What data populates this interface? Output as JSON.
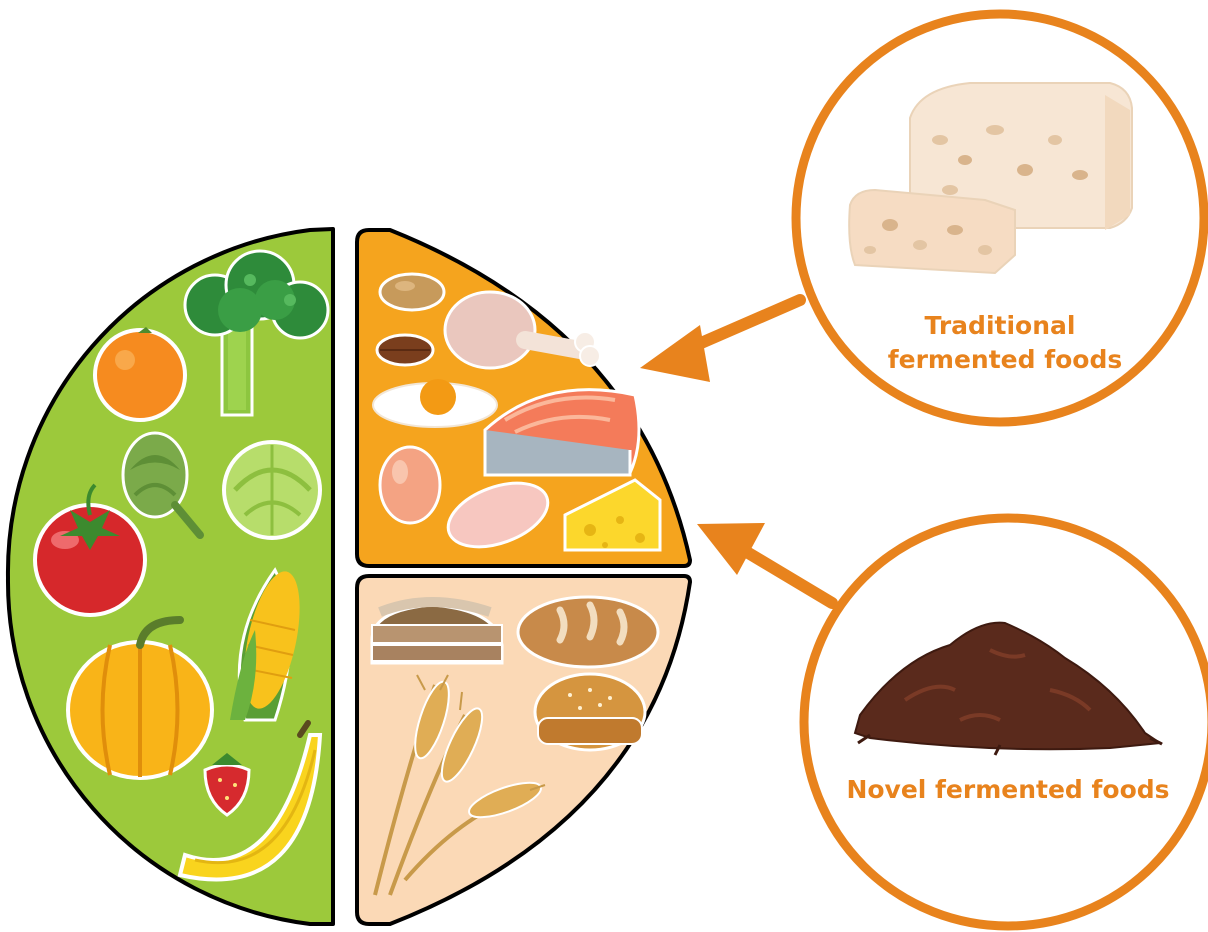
{
  "colors": {
    "accent": "#E8831D",
    "vegetables_fill": "#9CC93B",
    "proteins_fill": "#F5A41E",
    "grains_fill": "#FBD9B6",
    "outline": "#000000"
  },
  "plate": {
    "sections": [
      {
        "name": "vegetables-fruits",
        "items": [
          "broccoli-icon",
          "orange-icon",
          "artichoke-icon",
          "cabbage-icon",
          "tomato-icon",
          "corn-icon",
          "pumpkin-icon",
          "strawberry-icon",
          "banana-icon"
        ]
      },
      {
        "name": "proteins",
        "items": [
          "beans-icon",
          "chicken-leg-icon",
          "pecan-icon",
          "fried-egg-icon",
          "salmon-steak-icon",
          "egg-icon",
          "chicken-breast-icon",
          "cheese-icon"
        ]
      },
      {
        "name": "grains",
        "items": [
          "sliced-bread-icon",
          "bread-loaf-icon",
          "bun-icon",
          "wheat-icon"
        ]
      }
    ]
  },
  "circles": {
    "traditional": {
      "label_line1": "Traditional",
      "label_line2": "fermented foods",
      "image_icon": "tempeh-icon"
    },
    "novel": {
      "label": "Novel fermented foods",
      "image_icon": "fermented-biomass-icon"
    }
  }
}
